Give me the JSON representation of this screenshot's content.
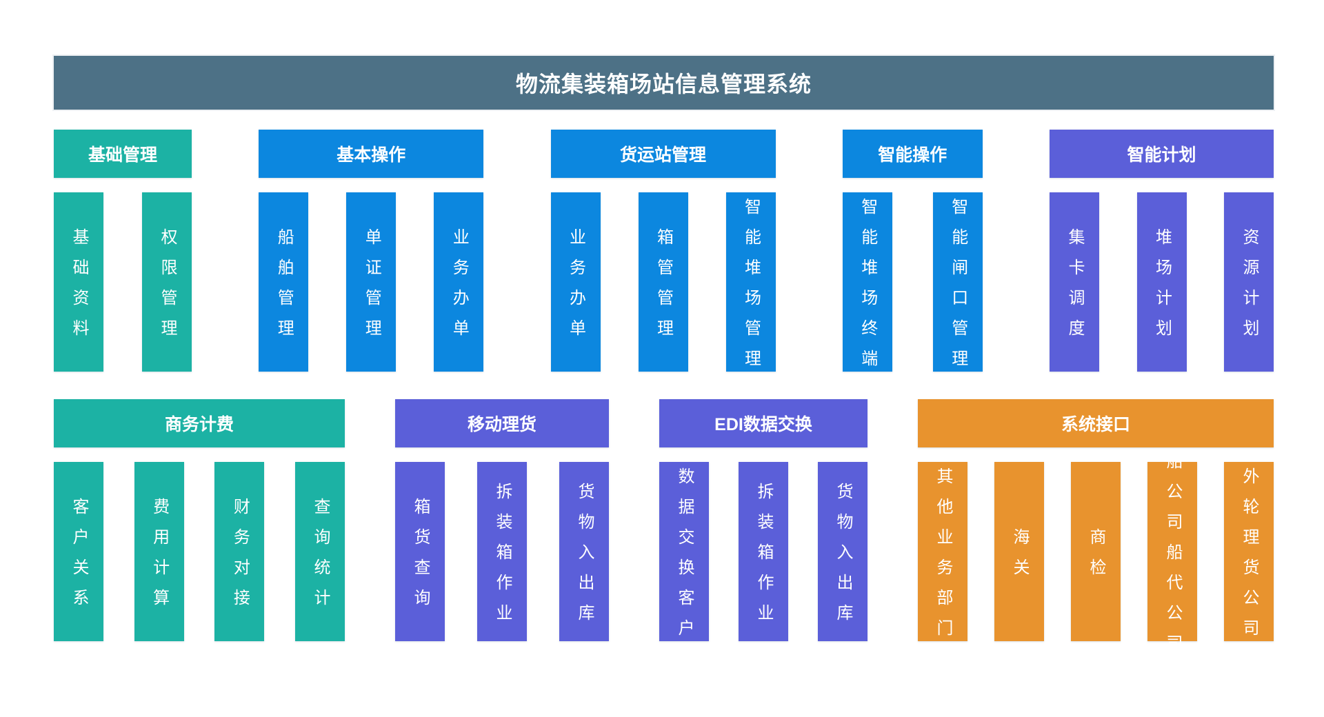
{
  "title": "物流集装箱场站信息管理系统",
  "colors": {
    "slate": "#4D7186",
    "teal": "#1CB2A4",
    "blue": "#0C87DF",
    "purple": "#5B5FD9",
    "orange": "#E8932E"
  },
  "rows": [
    {
      "groups": [
        {
          "name": "基础管理",
          "color": "teal",
          "items": [
            "基础资料",
            "权限管理"
          ]
        },
        {
          "name": "基本操作",
          "color": "blue",
          "items": [
            "船舶管理",
            "单证管理",
            "业务办单"
          ]
        },
        {
          "name": "货运站管理",
          "color": "blue",
          "items": [
            "业务办单",
            "箱管管理",
            "智能堆场管理"
          ]
        },
        {
          "name": "智能操作",
          "color": "blue",
          "items": [
            "智能堆场终端",
            "智能闸口管理"
          ]
        },
        {
          "name": "智能计划",
          "color": "purple",
          "items": [
            "集卡调度",
            "堆场计划",
            "资源计划"
          ]
        }
      ]
    },
    {
      "groups": [
        {
          "name": "商务计费",
          "color": "teal",
          "items": [
            "客户关系",
            "费用计算",
            "财务对接",
            "查询统计"
          ]
        },
        {
          "name": "移动理货",
          "color": "purple",
          "items": [
            "箱货查询",
            "拆装箱作业",
            "货物入出库"
          ]
        },
        {
          "name": "EDI数据交换",
          "color": "purple",
          "items": [
            "数据交换客户",
            "拆装箱作业",
            "货物入出库"
          ]
        },
        {
          "name": "系统接口",
          "color": "orange",
          "items": [
            "其他业务部门",
            "海关",
            "商检",
            "船公司船代公司",
            "外轮理货公司"
          ]
        }
      ]
    }
  ]
}
